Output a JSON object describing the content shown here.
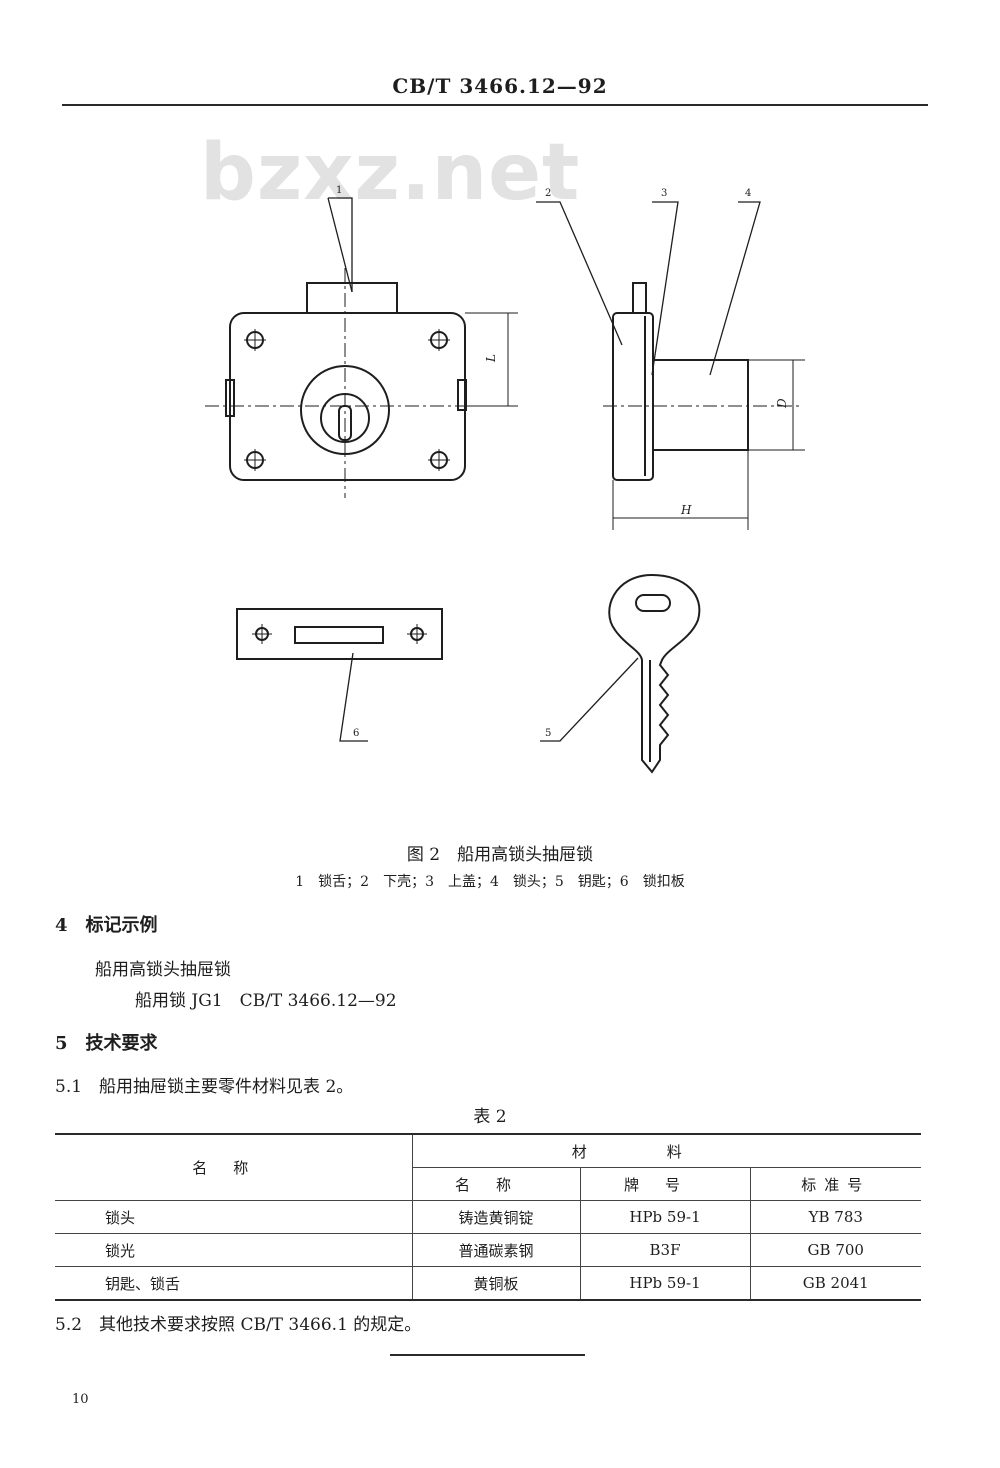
{
  "header": {
    "title": "CB/T 3466.12—92"
  },
  "watermark": {
    "text": "bzxz.net"
  },
  "figure": {
    "callouts": [
      "1",
      "2",
      "3",
      "4",
      "5",
      "6"
    ],
    "dims": {
      "L": "L",
      "D": "D",
      "H": "H"
    },
    "caption": "图 2　船用高锁头抽屉锁",
    "legend": "1　锁舌；2　下壳；3　上盖；4　锁头；5　钥匙；6　锁扣板"
  },
  "section4": {
    "heading": "4　标记示例",
    "line1": "船用高锁头抽屉锁",
    "line2": "船用锁 JG1　CB/T 3466.12—92"
  },
  "section5": {
    "heading": "5　技术要求",
    "p1": "5.1　船用抽屉锁主要零件材料见表 2。",
    "p2": "5.2　其他技术要求按照 CB/T 3466.1 的规定。"
  },
  "table": {
    "caption": "表 2",
    "header_name": "名称",
    "header_material": "材料",
    "sub_name": "名称",
    "sub_grade": "牌号",
    "sub_standard": "标准号",
    "rows": [
      {
        "part": "锁头",
        "material": "铸造黄铜锭",
        "grade": "HPb 59-1",
        "standard": "YB 783"
      },
      {
        "part": "锁光",
        "material": "普通碳素钢",
        "grade": "B3F",
        "standard": "GB 700"
      },
      {
        "part": "钥匙、锁舌",
        "material": "黄铜板",
        "grade": "HPb 59-1",
        "standard": "GB 2041"
      }
    ]
  },
  "footer": {
    "page": "10"
  }
}
